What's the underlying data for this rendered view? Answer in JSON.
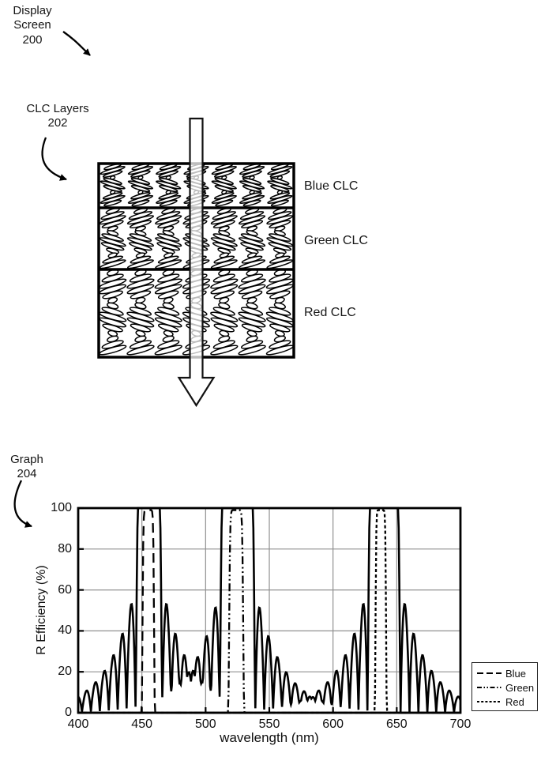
{
  "annotations": {
    "display_screen": {
      "line1": "Display",
      "line2": "Screen",
      "ref": "200"
    },
    "clc_layers": {
      "line1": "CLC Layers",
      "ref": "202"
    },
    "graph": {
      "line1": "Graph",
      "ref": "204"
    }
  },
  "diagram": {
    "rows": [
      {
        "label": "Blue CLC",
        "helix_count": 7,
        "twist_pitch": "short"
      },
      {
        "label": "Green CLC",
        "helix_count": 7,
        "twist_pitch": "medium"
      },
      {
        "label": "Red CLC",
        "helix_count": 7,
        "twist_pitch": "long"
      }
    ],
    "light_arrow": "incident-light-downward-through-stack"
  },
  "chart_data": {
    "type": "line",
    "title": "",
    "xlabel": "wavelength (nm)",
    "ylabel": "R Efficiency (%)",
    "xlim": [
      400,
      700
    ],
    "ylim": [
      0,
      100
    ],
    "xticks": [
      400,
      450,
      500,
      550,
      600,
      650,
      700
    ],
    "yticks": [
      0,
      20,
      40,
      60,
      80,
      100
    ],
    "grid": true,
    "legend": {
      "position": "outside-right-bottom",
      "entries": [
        {
          "label": "Blue",
          "line_style": "long-dash"
        },
        {
          "label": "Green",
          "line_style": "dash-dot-dot"
        },
        {
          "label": "Red",
          "line_style": "short-dash"
        }
      ]
    },
    "series": [
      {
        "name": "Blue",
        "line_style": "long-dash",
        "band": {
          "center": 455,
          "flat_halfwidth": 4.6,
          "peak": 99,
          "reflection_band_nm": [
            450,
            460
          ],
          "baseline": 0
        }
      },
      {
        "name": "Green",
        "line_style": "dash-dot-dot",
        "band": {
          "center": 524,
          "flat_halfwidth": 5.6,
          "peak": 99,
          "reflection_band_nm": [
            518,
            530
          ],
          "baseline": 0
        }
      },
      {
        "name": "Red",
        "line_style": "short-dash",
        "band": {
          "center": 637.5,
          "flat_halfwidth": 4.2,
          "peak": 99,
          "reflection_band_nm": [
            633,
            642
          ],
          "baseline": 0
        }
      },
      {
        "name": "combined-stack",
        "line_style": "solid",
        "peak": 100,
        "bands": [
          {
            "center": 455.5,
            "flat_halfwidth": 8.5,
            "edge_width": 2,
            "sidelobe_peak": 62,
            "sidelobe_decay": 22,
            "ripple_period": 7
          },
          {
            "center": 525,
            "flat_halfwidth": 12,
            "edge_width": 2,
            "sidelobe_peak": 60,
            "sidelobe_decay": 22,
            "ripple_period": 7
          },
          {
            "center": 640,
            "flat_halfwidth": 11,
            "edge_width": 2,
            "sidelobe_peak": 62,
            "sidelobe_decay": 22,
            "ripple_period": 7
          }
        ]
      }
    ]
  },
  "colors": {
    "ink": "#000000",
    "grid": "#909090",
    "background": "#ffffff",
    "arrow_fill": "rgba(255,255,255,0.74)"
  }
}
